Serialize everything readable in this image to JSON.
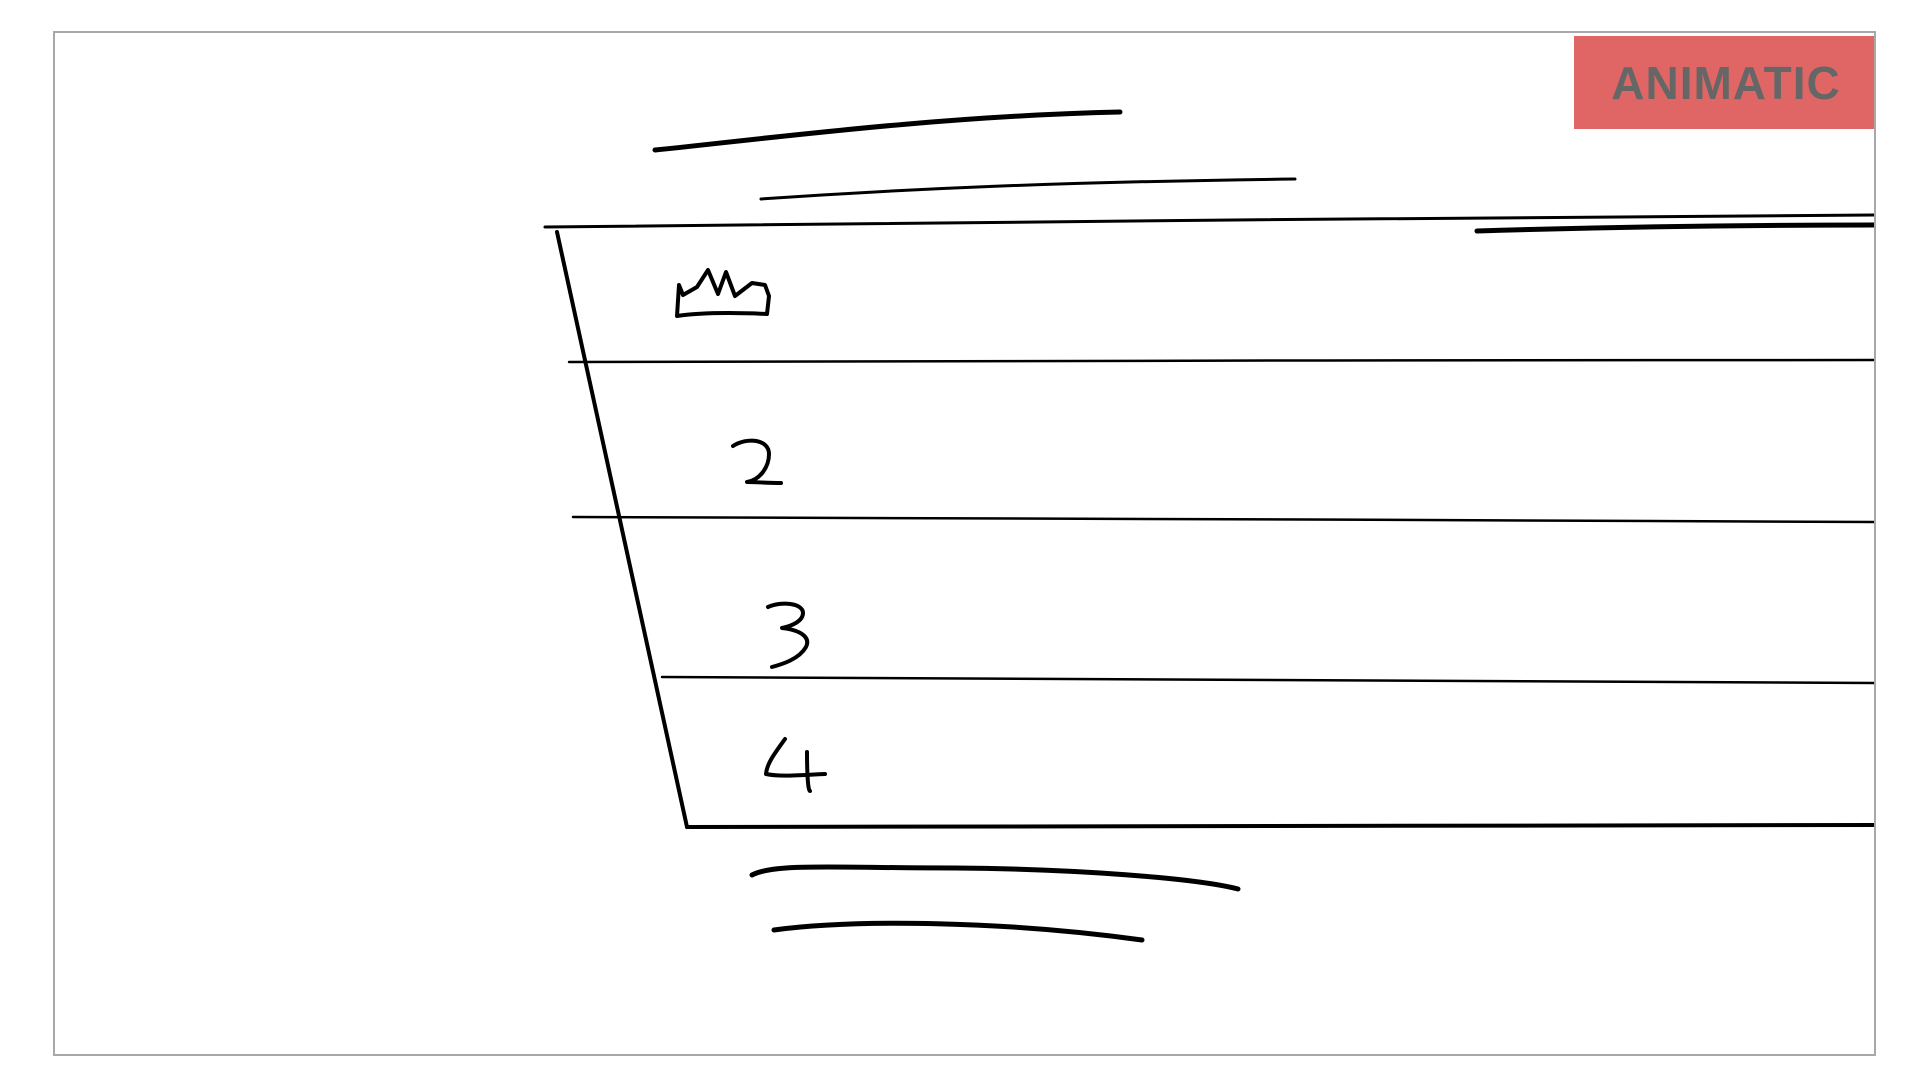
{
  "badge": {
    "label": "ANIMATIC",
    "color": "#e06666"
  },
  "list_rows": [
    {
      "marker": "crown-icon"
    },
    {
      "marker": "2"
    },
    {
      "marker": "3"
    },
    {
      "marker": "4"
    }
  ]
}
